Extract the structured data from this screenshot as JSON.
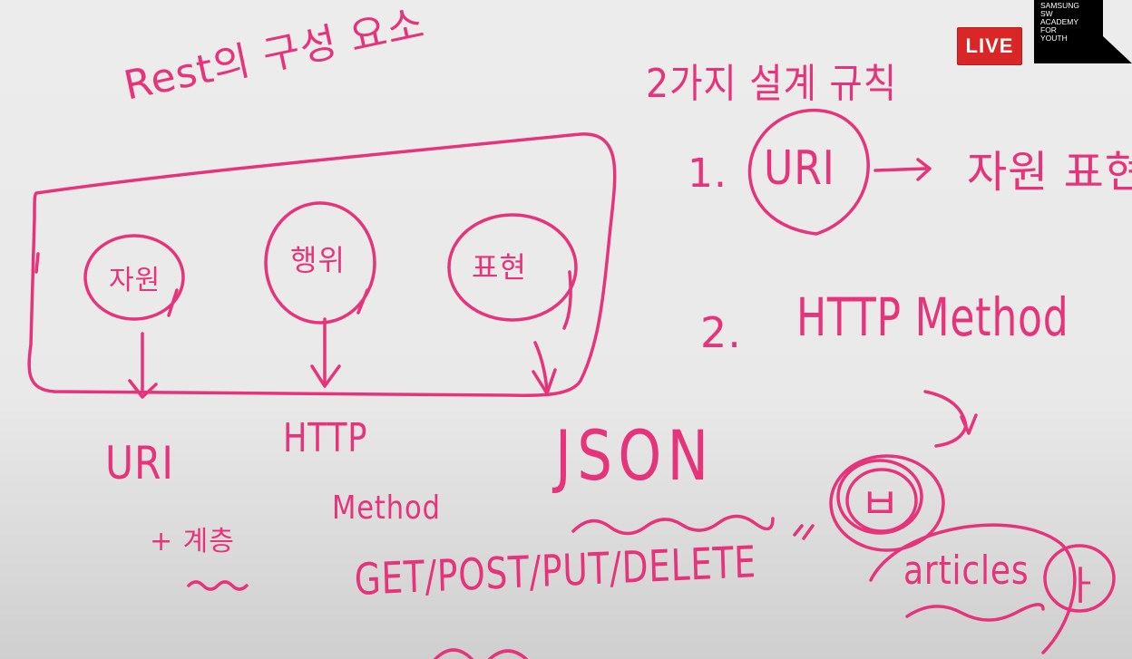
{
  "live_badge": "LIVE",
  "academy_logo": {
    "lines": [
      "SAMSUNG",
      "SW",
      "ACADEMY",
      "FOR",
      "YOUTH"
    ]
  },
  "whiteboard": {
    "title": "Rest의 구성 요소",
    "circles": {
      "resource": "자원",
      "verb": "행위",
      "representation": "표현"
    },
    "below": {
      "uri": "URI",
      "hierarchy": "+ 계층",
      "http": "HTTP",
      "method": "Method",
      "json": "JSON",
      "methods_list": "GET/POST/PUT/DELETE"
    },
    "rules_title": "2가지 설계 규칙",
    "rule1": {
      "num": "1.",
      "term": "URI",
      "arrow": "→",
      "desc": "자원 표현"
    },
    "rule2": {
      "num": "2.",
      "term": "HTTP Method"
    },
    "circled_glyph": "ㅂ",
    "articles": "articles",
    "articles_glyph": "ㅏ"
  },
  "colors": {
    "ink": "#e6337a",
    "live_red": "#d92626",
    "logo_black": "#000000"
  }
}
